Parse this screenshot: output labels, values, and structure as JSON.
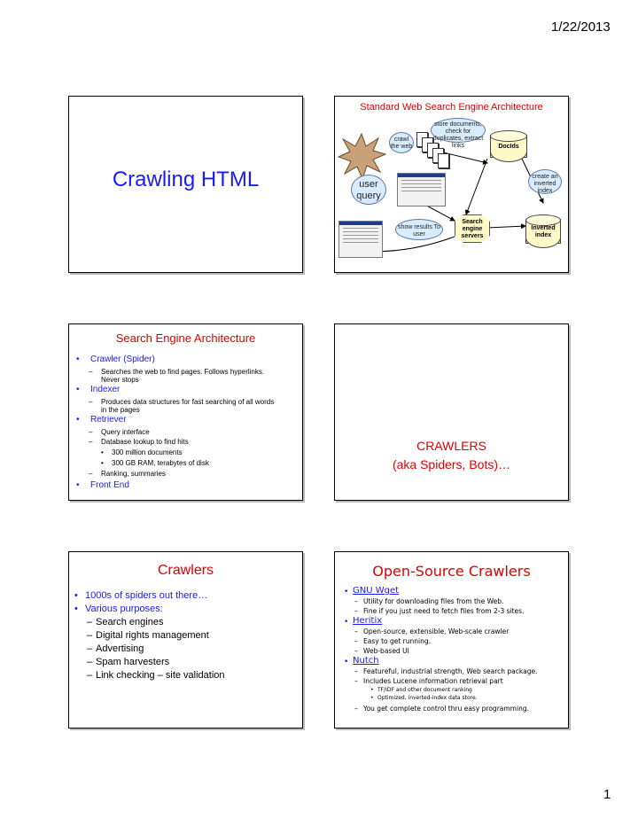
{
  "header": {
    "date": "1/22/2013"
  },
  "footer": {
    "page_number": "1"
  },
  "slide1": {
    "title": "Crawling HTML"
  },
  "slide2": {
    "title": "Standard Web Search Engine Architecture",
    "store_docs": "store documents, check for duplicates, extract links",
    "crawl_web": "crawl the web",
    "docids": "DocIds",
    "create_index": "create an inverted index",
    "user_query": "user query",
    "show_results": "show results To user",
    "search_servers": "Search engine servers",
    "inverted_index": "Inverted index"
  },
  "slide3": {
    "title": "Search Engine Architecture",
    "items": [
      {
        "label": "Crawler (Spider)"
      },
      {
        "label": "Searches the web to find pages.  Follows hyperlinks. Never stops"
      },
      {
        "label": "Indexer"
      },
      {
        "label": "Produces data structures for fast searching of all words in the pages"
      },
      {
        "label": "Retriever"
      },
      {
        "label": "Query interface"
      },
      {
        "label": "Database lookup to find hits"
      },
      {
        "label": "300  million documents"
      },
      {
        "label": "300 GB RAM, terabytes of disk"
      },
      {
        "label": "Ranking, summaries"
      },
      {
        "label": "Front End"
      }
    ]
  },
  "slide4": {
    "line1": "CRAWLERS",
    "line2": "(aka Spiders, Bots)…"
  },
  "slide5": {
    "title": "Crawlers",
    "items": [
      "1000s of spiders out there…",
      "Various purposes:",
      "Search engines",
      "Digital rights management",
      "Advertising",
      "Spam harvesters",
      "Link checking – site validation"
    ]
  },
  "slide6": {
    "title": "Open-Source Crawlers",
    "items": [
      "GNU Wget",
      "Utility for downloading files from the Web.",
      "Fine if you just need to fetch files from 2-3 sites.",
      "Heritix",
      "Open-source, extensible, Web-scale crawler",
      "Easy to get running.",
      "Web-based UI",
      "Nutch",
      "Featureful, industrial strength, Web search package.",
      "Includes Lucene information retrieval part",
      "TF/IDF and other document ranking",
      "Optimized, inverted-index data store.",
      "You get complete control thru easy programming."
    ]
  }
}
